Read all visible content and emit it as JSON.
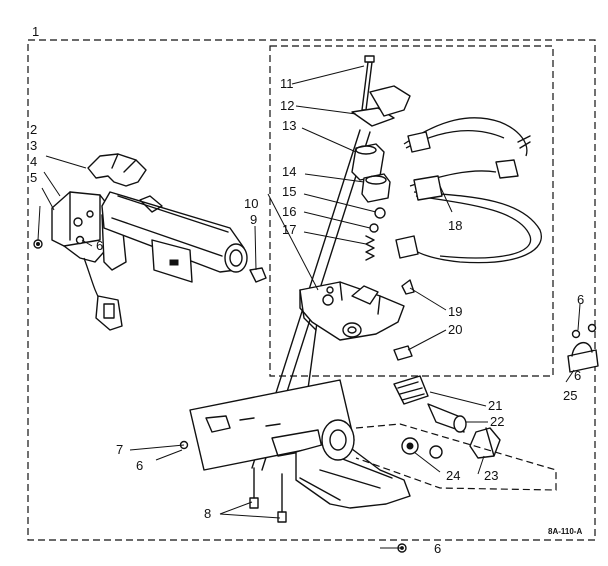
{
  "diagram": {
    "callouts": [
      {
        "id": "c1",
        "text": "1"
      },
      {
        "id": "c2",
        "text": "2"
      },
      {
        "id": "c3",
        "text": "3"
      },
      {
        "id": "c4",
        "text": "4"
      },
      {
        "id": "c5",
        "text": "5"
      },
      {
        "id": "c6a",
        "text": "6"
      },
      {
        "id": "c6b",
        "text": "6"
      },
      {
        "id": "c6c",
        "text": "6"
      },
      {
        "id": "c6d",
        "text": "6"
      },
      {
        "id": "c6e",
        "text": "6"
      },
      {
        "id": "c7",
        "text": "7"
      },
      {
        "id": "c8",
        "text": "8"
      },
      {
        "id": "c9",
        "text": "9"
      },
      {
        "id": "c10",
        "text": "10"
      },
      {
        "id": "c11",
        "text": "11"
      },
      {
        "id": "c12",
        "text": "12"
      },
      {
        "id": "c13",
        "text": "13"
      },
      {
        "id": "c14",
        "text": "14"
      },
      {
        "id": "c15",
        "text": "15"
      },
      {
        "id": "c16",
        "text": "16"
      },
      {
        "id": "c17",
        "text": "17"
      },
      {
        "id": "c18",
        "text": "18"
      },
      {
        "id": "c19",
        "text": "19"
      },
      {
        "id": "c20",
        "text": "20"
      },
      {
        "id": "c21",
        "text": "21"
      },
      {
        "id": "c22",
        "text": "22"
      },
      {
        "id": "c23",
        "text": "23"
      },
      {
        "id": "c24",
        "text": "24"
      },
      {
        "id": "c25",
        "text": "25"
      }
    ],
    "drawing_code": "8A-110-A",
    "line_color": "#111111",
    "background_color": "#ffffff"
  }
}
